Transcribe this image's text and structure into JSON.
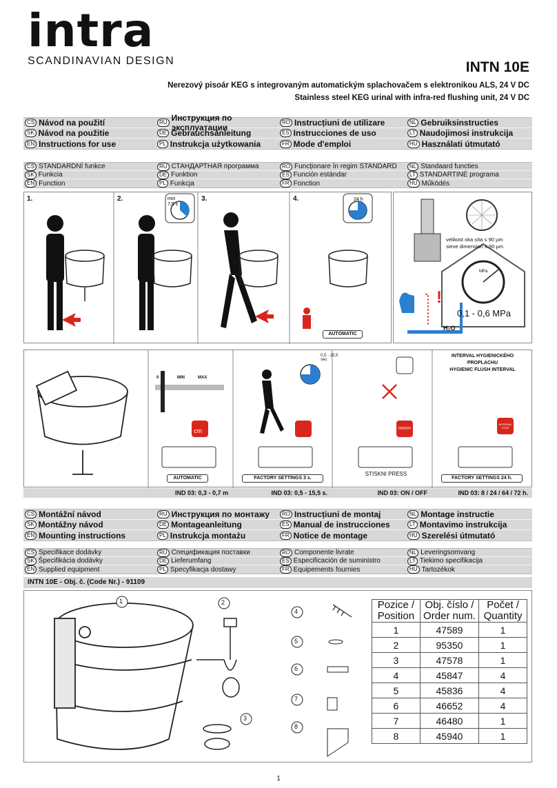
{
  "brand": {
    "name": "intra",
    "tagline": "SCANDINAVIAN DESIGN"
  },
  "model": "INTN 10E",
  "subtitles": [
    "Nerezový pisoár KEG s integrovaným automatickým splachovačem s elektronikou ALS, 24 V DC",
    "Stainless steel KEG urinal with infra-red flushing unit, 24 V DC"
  ],
  "instructions_header": [
    [
      {
        "code": "CS",
        "text": "Návod na použití"
      },
      {
        "code": "RU",
        "text": "Инструкция по эксплуатации"
      },
      {
        "code": "RO",
        "text": "Instrucțiuni de utilizare"
      },
      {
        "code": "NL",
        "text": "Gebruiksinstructies"
      }
    ],
    [
      {
        "code": "SK",
        "text": "Návod na použitie"
      },
      {
        "code": "DE",
        "text": "Gebrauchsanleitung"
      },
      {
        "code": "ES",
        "text": "Instrucciones de uso"
      },
      {
        "code": "LT",
        "text": "Naudojimosi instrukcija"
      }
    ],
    [
      {
        "code": "EN",
        "text": "Instructions for use"
      },
      {
        "code": "PL",
        "text": "Instrukcja użytkowania"
      },
      {
        "code": "FR",
        "text": "Mode d'emploi"
      },
      {
        "code": "HU",
        "text": "Használati útmutató"
      }
    ]
  ],
  "function_header": [
    [
      {
        "code": "CS",
        "text": "STANDARDNÍ funkce"
      },
      {
        "code": "RU",
        "text": "СТАНДАРТНАЯ программа"
      },
      {
        "code": "RO",
        "text": "Funcționare în regim STANDARD"
      },
      {
        "code": "NL",
        "text": "Standaard functies"
      }
    ],
    [
      {
        "code": "SK",
        "text": "Funkcia"
      },
      {
        "code": "DE",
        "text": "Funktion"
      },
      {
        "code": "ES",
        "text": "Función estándar"
      },
      {
        "code": "LT",
        "text": "STANDARTINĖ programa"
      }
    ],
    [
      {
        "code": "EN",
        "text": "Function"
      },
      {
        "code": "PL",
        "text": "Funkcja"
      },
      {
        "code": "FR",
        "text": "Fonction"
      },
      {
        "code": "HU",
        "text": "Működés"
      }
    ]
  ],
  "steps": [
    {
      "num": "1.",
      "timer": ""
    },
    {
      "num": "2.",
      "timer": "min 7,5 s"
    },
    {
      "num": "3.",
      "timer": ""
    },
    {
      "num": "4.",
      "timer": "24 h"
    }
  ],
  "step4_label": "AUTOMATIC",
  "filter": {
    "mesh_cs": "velikost oka síta ≤ 90 µm",
    "mesh_en": "sieve dimension ≤ 90 µm",
    "pressure": "0,1 - 0,6 MPa",
    "gauge_unit": "MPa",
    "water": "H₂O"
  },
  "settings": {
    "sensor_scale": {
      "zero": "0",
      "min": "MIN",
      "max": "MAX"
    },
    "labels": [
      "AUTOMATIC",
      "FACTORY SETTINGS 3 s.",
      "STISKNI PRESS",
      "FACTORY SETTINGS 24 h."
    ],
    "buttons": [
      "cm",
      "",
      "ON/OFF",
      "INTERVAL STOP"
    ],
    "timer": "0,5 - 15,5 sec",
    "interval_title": [
      "INTERVAL HYGIENICKÉHO",
      "PROPLACHU",
      "HYGIENIC FLUSH INTERVAL"
    ],
    "ind": [
      "IND 03: 0,3 - 0,7 m",
      "IND 03: 0,5 - 15,5 s.",
      "IND 03: ON / OFF",
      "IND 03: 8 / 24 / 64 / 72 h."
    ]
  },
  "mounting_header": [
    [
      {
        "code": "CS",
        "text": "Montážní návod"
      },
      {
        "code": "RU",
        "text": "Инструкция по монтажу"
      },
      {
        "code": "RO",
        "text": "Instrucțiuni de montaj"
      },
      {
        "code": "NL",
        "text": "Montage instructie"
      }
    ],
    [
      {
        "code": "SK",
        "text": "Montážny návod"
      },
      {
        "code": "DE",
        "text": "Montageanleitung"
      },
      {
        "code": "ES",
        "text": "Manual de instrucciones"
      },
      {
        "code": "LT",
        "text": "Montavimo instrukcija"
      }
    ],
    [
      {
        "code": "EN",
        "text": "Mounting instructions"
      },
      {
        "code": "PL",
        "text": "Instrukcja montażu"
      },
      {
        "code": "FR",
        "text": "Notice de montage"
      },
      {
        "code": "HU",
        "text": "Szerelési útmutató"
      }
    ]
  ],
  "supplied_header": [
    [
      {
        "code": "CS",
        "text": "Specifikace dodávky"
      },
      {
        "code": "RU",
        "text": "Спецификация поставки"
      },
      {
        "code": "RO",
        "text": "Componente livrate"
      },
      {
        "code": "NL",
        "text": "Leveringsomvang"
      }
    ],
    [
      {
        "code": "SK",
        "text": "Špecifikácia dodávky"
      },
      {
        "code": "DE",
        "text": "Lieferumfang"
      },
      {
        "code": "ES",
        "text": "Especificación de suministro"
      },
      {
        "code": "LT",
        "text": "Tiekimo specifikacija"
      }
    ],
    [
      {
        "code": "EN",
        "text": "Supplied equipment"
      },
      {
        "code": "PL",
        "text": "Specyfikacja dostawy"
      },
      {
        "code": "FR",
        "text": "Equipements fournies"
      },
      {
        "code": "HU",
        "text": "Tartozékok"
      }
    ]
  ],
  "code_line": "INTN 10E - Obj. č. (Code Nr.) - 91109",
  "parts_callouts": [
    "1",
    "2",
    "3",
    "4",
    "5",
    "6",
    "7",
    "8"
  ],
  "parts_table": {
    "headers": [
      [
        "Pozice /",
        "Position"
      ],
      [
        "Obj. číslo /",
        "Order num."
      ],
      [
        "Počet /",
        "Quantity"
      ]
    ],
    "rows": [
      [
        "1",
        "47589",
        "1"
      ],
      [
        "2",
        "95350",
        "1"
      ],
      [
        "3",
        "47578",
        "1"
      ],
      [
        "4",
        "45847",
        "4"
      ],
      [
        "5",
        "45836",
        "4"
      ],
      [
        "6",
        "46652",
        "4"
      ],
      [
        "7",
        "46480",
        "1"
      ],
      [
        "8",
        "45940",
        "1"
      ]
    ]
  },
  "page_number": "1",
  "colors": {
    "accent_red": "#d9261c",
    "band_gray": "#d8d8d8",
    "blue": "#2a7fd0"
  }
}
